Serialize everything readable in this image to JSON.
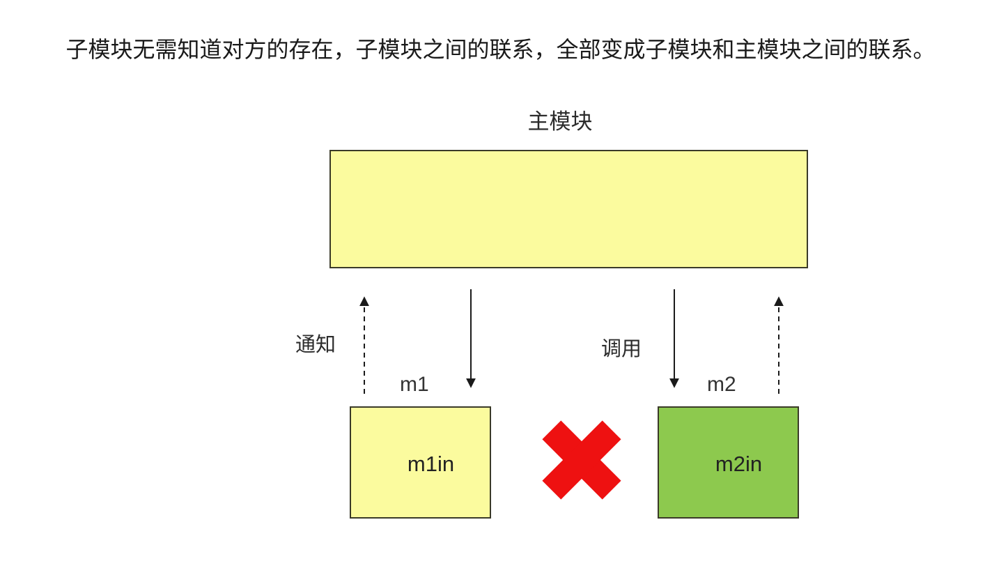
{
  "title": "子模块无需知道对方的存在，子模块之间的联系，全部变成子模块和主模块之间的联系。",
  "diagram": {
    "main_module": {
      "label": "主模块"
    },
    "connections": {
      "notify_label": "通知",
      "call_label": "调用"
    },
    "sub_modules": {
      "m1": {
        "label": "m1",
        "inner_label": "m1in"
      },
      "m2": {
        "label": "m2",
        "inner_label": "m2in"
      }
    },
    "forbidden_icon": "red-x-no-direct-link"
  },
  "colors": {
    "main_box_fill": "#FBFB9E",
    "m1_box_fill": "#FBFB9E",
    "m2_box_fill": "#8DC94E",
    "box_border": "#3A3A28",
    "arrow": "#1A1A1A",
    "forbidden_x": "#EE1111"
  }
}
